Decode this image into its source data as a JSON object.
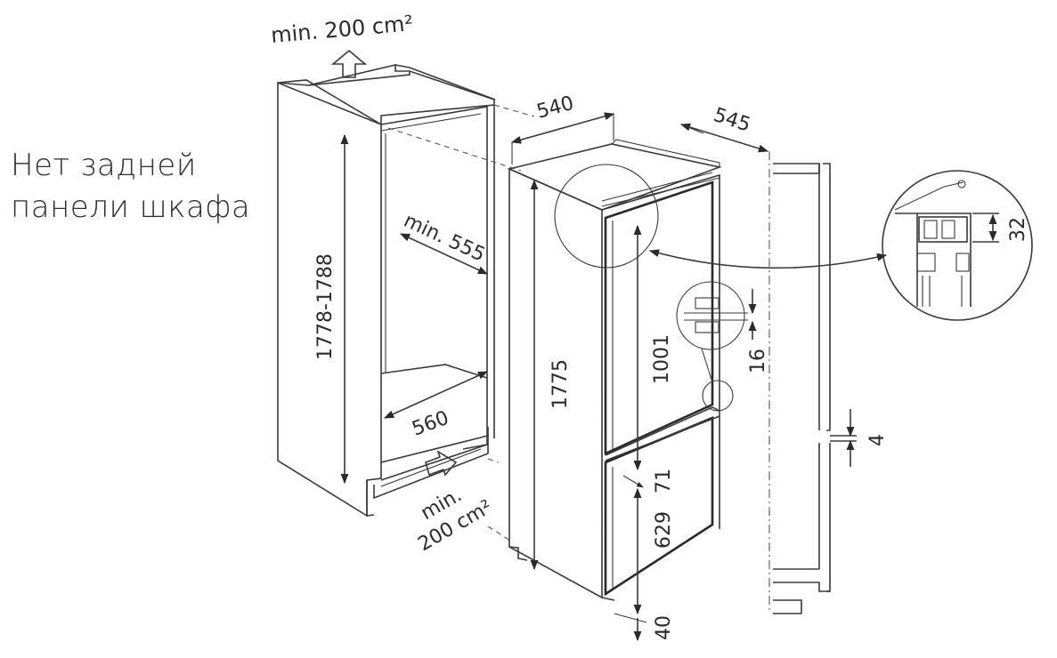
{
  "note": {
    "line1": "Нет задней",
    "line2": "панели шкафа"
  },
  "dims": {
    "vent_top": "min. 200 cm²",
    "vent_bottom_1": "min.",
    "vent_bottom_2": "200 cm²",
    "niche_height": "1778-1788",
    "niche_depth": "min. 555",
    "niche_width": "560",
    "appliance_width": "540",
    "appliance_depth": "545",
    "appliance_height": "1775",
    "upper_door": "1001",
    "gap_mid": "71",
    "lower_door": "629",
    "bottom_offset": "40",
    "hinge_gap": "16",
    "detail_top": "32",
    "side_gap": "4"
  }
}
